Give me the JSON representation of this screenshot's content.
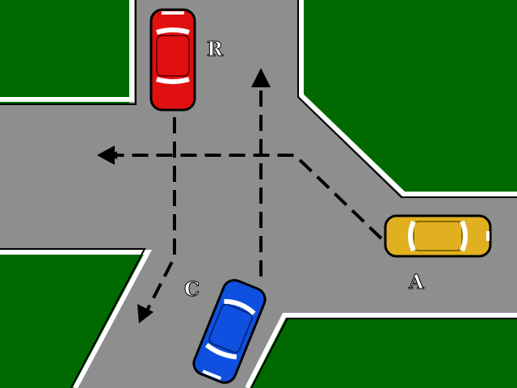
{
  "colors": {
    "grass": "#006a00",
    "road": "#8e8e8e",
    "curb": "#ffffff",
    "path": "#000000",
    "car_red": "#e01010",
    "car_blue": "#1050e0",
    "car_yellow": "#e0b020"
  },
  "vehicles": [
    {
      "label": "R",
      "color": "red"
    },
    {
      "label": "C",
      "color": "blue"
    },
    {
      "label": "A",
      "color": "yellow"
    }
  ]
}
